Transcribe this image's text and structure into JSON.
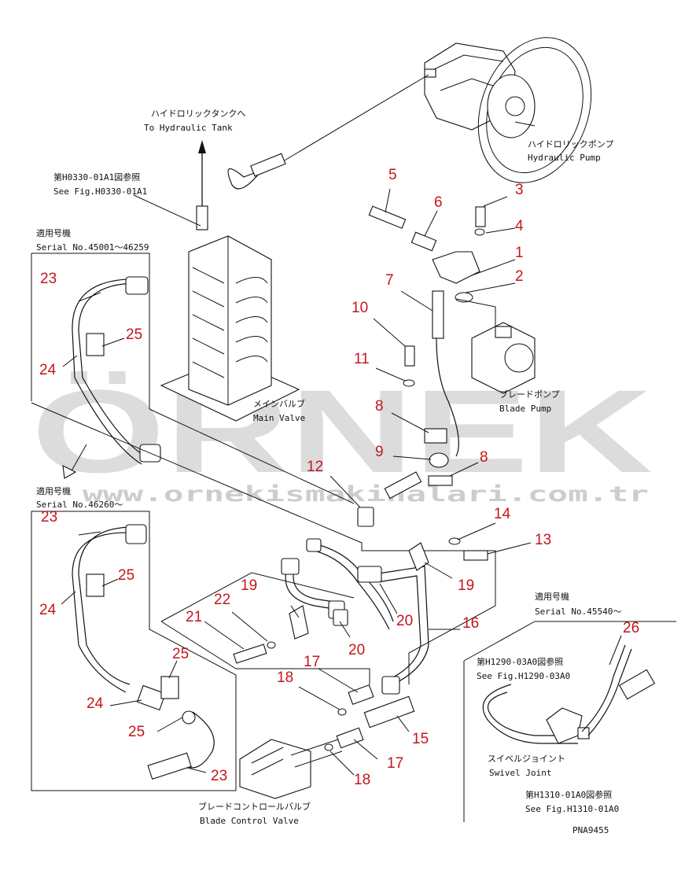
{
  "labels": {
    "to_tank_jp": "ハイドロリックタンクへ",
    "to_tank_en": "To Hydraulic Tank",
    "ref1_jp": "第H0330-01A1図参照",
    "ref1_en": "See Fig.H0330-01A1",
    "serial1_jp": "適用号機",
    "serial1_en": "Serial No.45001〜46259",
    "serial2_jp": "適用号機",
    "serial2_en": "Serial No.46260〜",
    "pump_jp": "ハイドロリックポンプ",
    "pump_en": "Hydraulic Pump",
    "blade_pump_jp": "ブレードポンプ",
    "blade_pump_en": "Blade Pump",
    "main_valve_jp": "メインバルブ",
    "main_valve_en": "Main Valve",
    "serial3_jp": "適用号機",
    "serial3_en": "Serial No.45540〜",
    "ref2_jp": "第H1290-03A0図参照",
    "ref2_en": "See Fig.H1290-03A0",
    "swivel_jp": "スイベルジョイント",
    "swivel_en": "Swivel Joint",
    "ref3_jp": "第H1310-01A0図参照",
    "ref3_en": "See Fig.H1310-01A0",
    "blade_ctrl_jp": "ブレードコントロールバルブ",
    "blade_ctrl_en": "Blade Control Valve",
    "drawing_no": "PNA9455"
  },
  "part_numbers": {
    "p1": "1",
    "p2": "2",
    "p3": "3",
    "p4": "4",
    "p5": "5",
    "p6": "6",
    "p7": "7",
    "p8a": "8",
    "p8b": "8",
    "p9": "9",
    "p10": "10",
    "p11": "11",
    "p12": "12",
    "p13": "13",
    "p14": "14",
    "p15": "15",
    "p16": "16",
    "p17a": "17",
    "p17b": "17",
    "p18a": "18",
    "p18b": "18",
    "p19a": "19",
    "p19b": "19",
    "p20a": "20",
    "p20b": "20",
    "p21": "21",
    "p22": "22",
    "p23a": "23",
    "p23b": "23",
    "p23c": "23",
    "p24a": "24",
    "p24b": "24",
    "p24c": "24",
    "p25a": "25",
    "p25b": "25",
    "p25c": "25",
    "p25d": "25",
    "p26": "26"
  },
  "watermark": {
    "brand": "ÖRNEK",
    "url": "www.ornekismakinalari.com.tr"
  },
  "colors": {
    "number_red": "#c4161c",
    "watermark_gray": "#cfcfcf",
    "ink": "#111111"
  }
}
